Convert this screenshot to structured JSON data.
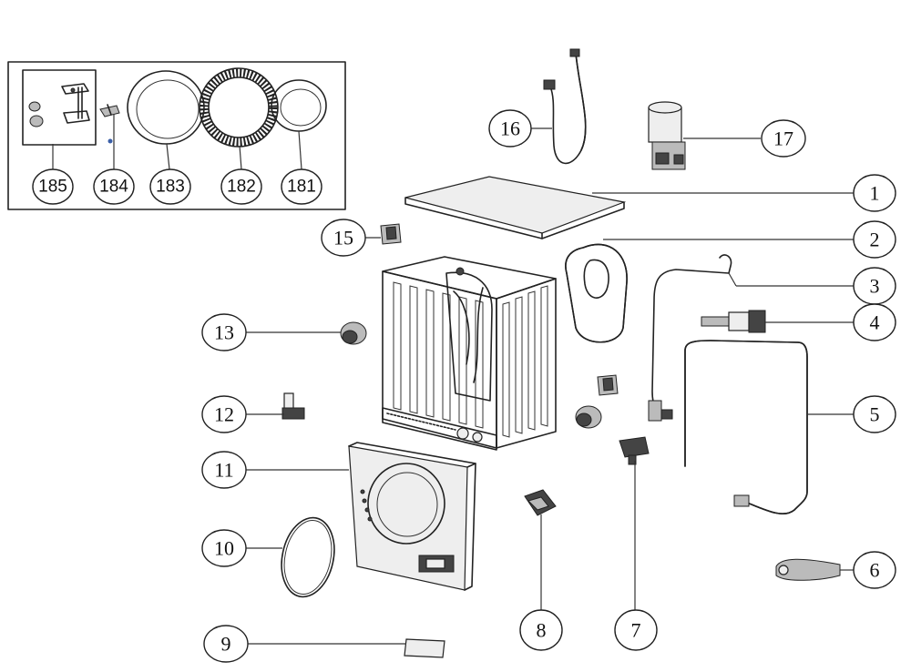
{
  "callouts": {
    "c185": "185",
    "c184": "184",
    "c183": "183",
    "c182": "182",
    "c181": "181",
    "c16": "16",
    "c17": "17",
    "c1": "1",
    "c2": "2",
    "c3": "3",
    "c4": "4",
    "c5": "5",
    "c6": "6",
    "c7": "7",
    "c8": "8",
    "c9": "9",
    "c10": "10",
    "c11": "11",
    "c12": "12",
    "c13": "13",
    "c15": "15"
  }
}
